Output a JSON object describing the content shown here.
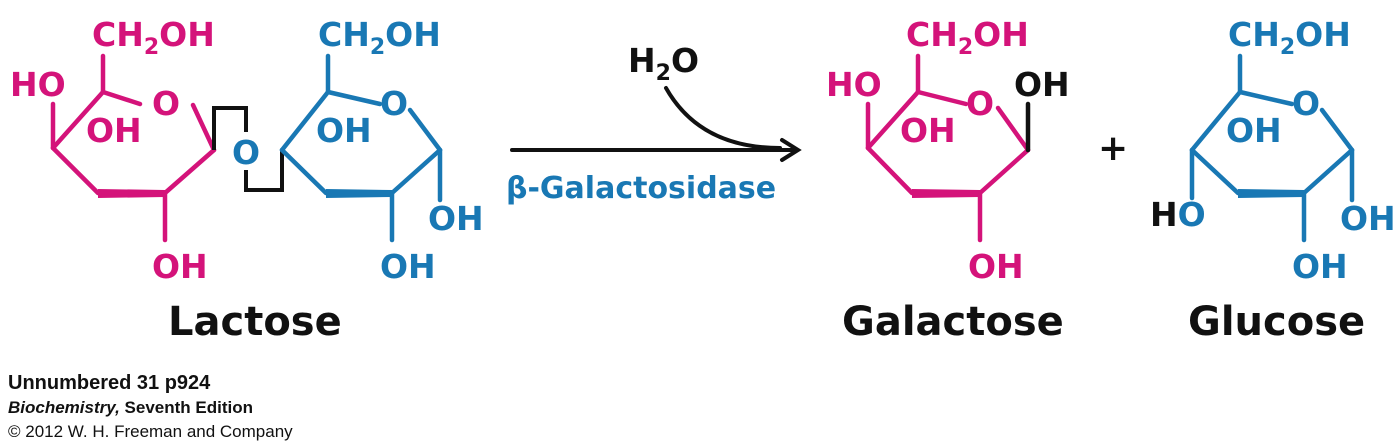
{
  "colors": {
    "galactose": "#d4137a",
    "glucose": "#1978b4",
    "black": "#111111"
  },
  "labels": {
    "ch2oh": "CH2OH",
    "ch": "CH",
    "two": "2",
    "oh": "OH",
    "ho": "HO",
    "o": "O",
    "h": "H",
    "water": "H2O",
    "plus": "+"
  },
  "enzyme": "β-Galactosidase",
  "names": {
    "lactose": "Lactose",
    "galactose": "Galactose",
    "glucose": "Glucose"
  },
  "credit": {
    "id": "Unnumbered 31 p924",
    "book_title": "Biochemistry,",
    "book_edition": " Seventh Edition",
    "copyright": "© 2012 W. H. Freeman and Company"
  }
}
